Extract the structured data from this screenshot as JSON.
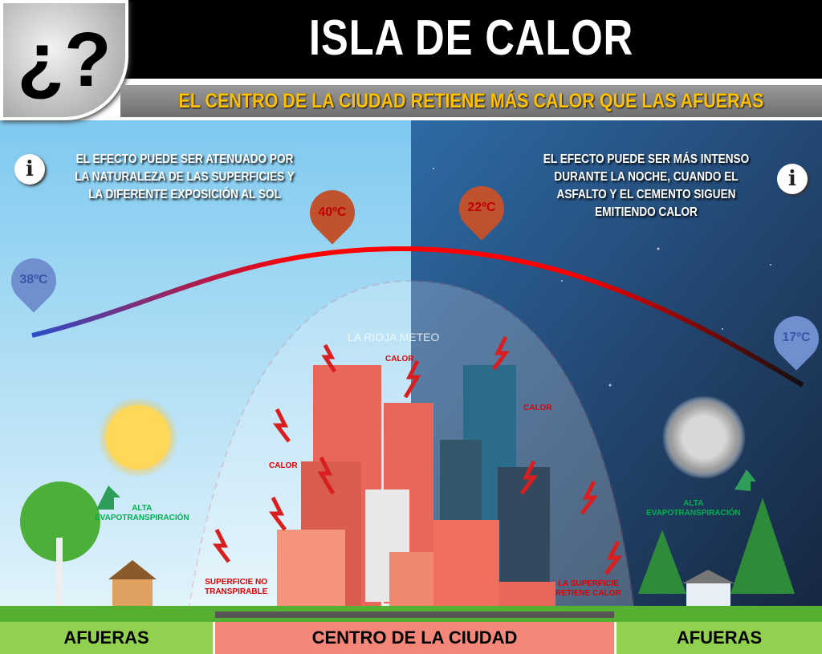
{
  "header": {
    "logo_symbol": "¿?",
    "title": "ISLA DE CALOR",
    "subtitle": "EL CENTRO DE LA CIUDAD RETIENE MÁS CALOR QUE LAS AFUERAS"
  },
  "notes": {
    "day": [
      "EL EFECTO PUEDE SER ATENUADO POR",
      "LA NATURALEZA DE LAS SUPERFICIES Y",
      "LA DIFERENTE EXPOSICIÓN AL SOL"
    ],
    "night": [
      "EL EFECTO PUEDE SER MÁS INTENSO",
      "DURANTE LA NOCHE, CUANDO EL",
      "ASFALTO Y EL CEMENTO SIGUEN",
      "EMITIENDO CALOR"
    ],
    "info_icon": "i"
  },
  "temperatures": {
    "outskirts_day": "38ºC",
    "center_day": "40ºC",
    "center_night": "22ºC",
    "outskirts_night": "17ºC"
  },
  "labels": {
    "calor": "CALOR",
    "evap_line1": "ALTA",
    "evap_line2": "EVAPOTRANSPIRACIÓN",
    "surface_left_1": "SUPERFICIE NO",
    "surface_left_2": "TRANSPIRABLE",
    "surface_right_1": "LA SUPERFICIE",
    "surface_right_2": "RETIENE CALOR",
    "watermark": "LA RIOJA METEO"
  },
  "footer": {
    "left": "AFUERAS",
    "center": "CENTRO DE LA CIUDAD",
    "right": "AFUERAS"
  },
  "colors": {
    "day_sky": "#8fd3f4",
    "night_sky": "#2e5f95",
    "center_bar": "#f4877a",
    "outskirts_bar": "#92d050",
    "title_accent": "#ffc000"
  }
}
